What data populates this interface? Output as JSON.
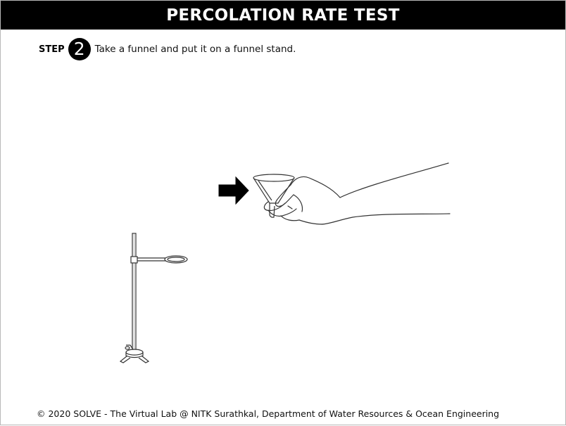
{
  "header": {
    "title": "PERCOLATION RATE TEST"
  },
  "step": {
    "label": "STEP",
    "number": "2",
    "instruction": "Take a funnel and put it on a funnel stand."
  },
  "illustration": {
    "icons": [
      "arrow-right-icon",
      "funnel-icon",
      "hand-icon",
      "funnel-stand-icon"
    ]
  },
  "footer": {
    "copyright": "© 2020 SOLVE - The Virtual Lab @ NITK Surathkal, Department of Water Resources & Ocean Engineering"
  }
}
